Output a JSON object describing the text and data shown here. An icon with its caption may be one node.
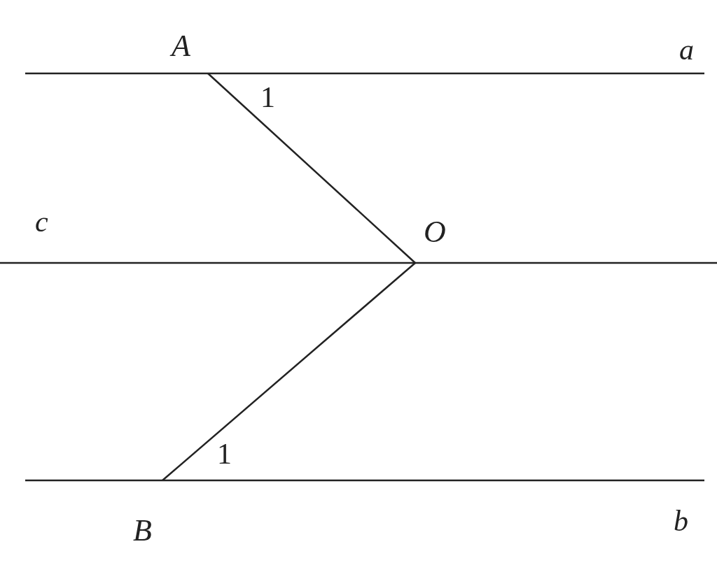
{
  "diagram": {
    "nodes": [
      {
        "text": [
          "A"
        ]
      },
      {
        "text": [
          "O"
        ]
      },
      {
        "text": [
          "B"
        ]
      }
    ],
    "edges": [
      {
        "from": 0,
        "to": 1,
        "arrow": "none"
      },
      {
        "from": 1,
        "to": 2,
        "arrow": "none"
      }
    ],
    "labels": [
      "a",
      "1",
      "c",
      "1",
      "b"
    ]
  }
}
